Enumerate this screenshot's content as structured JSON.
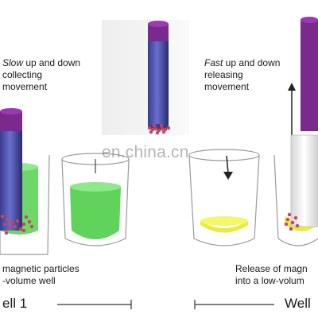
{
  "panels": {
    "slow": {
      "speed_word": "Slow",
      "rest": " up and down\ncollecting\nmovement"
    },
    "fast": {
      "speed_word": "Fast",
      "rest": " up and down\nreleasing\nmovement"
    }
  },
  "captions": {
    "left": "magnetic particles\n-volume well",
    "right": "Release of magn\ninto a low-volum"
  },
  "well_labels": {
    "left": "ell 1",
    "right": "Well"
  },
  "watermark": "en.china.cn",
  "colors": {
    "rod_purple": "#7a2a8c",
    "rod_blue": "#4b4fa8",
    "liquid_green": "#5fd35a",
    "liquid_yellow": "#e8ec3a",
    "particle": "#c4475a",
    "arrow": "#222222"
  }
}
